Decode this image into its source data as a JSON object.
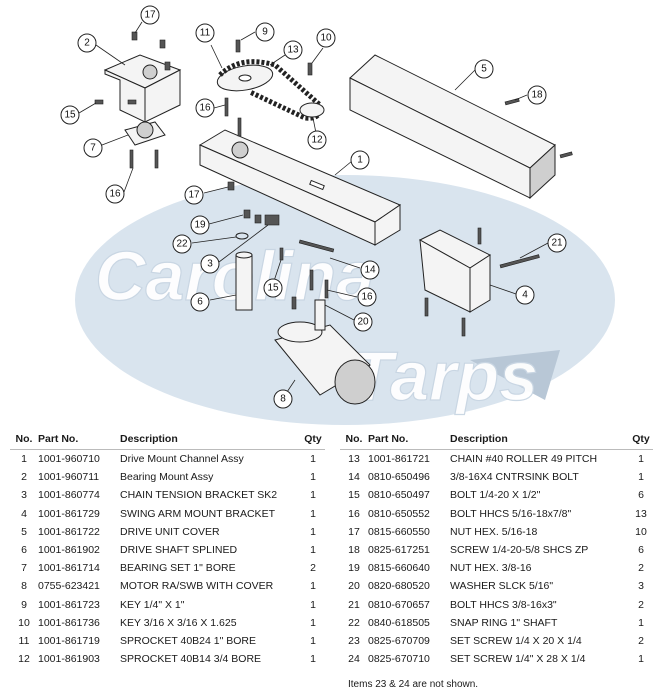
{
  "watermark": {
    "line1": "Carolina",
    "line2": "Tarps"
  },
  "callouts": [
    "17",
    "2",
    "15",
    "7",
    "16",
    "11",
    "9",
    "13",
    "10",
    "5",
    "18",
    "12",
    "1",
    "17",
    "19",
    "22",
    "3",
    "6",
    "15",
    "14",
    "16",
    "20",
    "21",
    "4",
    "8",
    "16"
  ],
  "table": {
    "headers": {
      "no": "No.",
      "part": "Part No.",
      "desc": "Description",
      "qty": "Qty"
    },
    "left": [
      {
        "no": "1",
        "part": "1001-960710",
        "desc": "Drive Mount Channel Assy",
        "qty": "1"
      },
      {
        "no": "2",
        "part": "1001-960711",
        "desc": "Bearing Mount Assy",
        "qty": "1"
      },
      {
        "no": "3",
        "part": "1001-860774",
        "desc": "CHAIN TENSION BRACKET SK2",
        "qty": "1"
      },
      {
        "no": "4",
        "part": "1001-861729",
        "desc": "SWING ARM MOUNT BRACKET",
        "qty": "1"
      },
      {
        "no": "5",
        "part": "1001-861722",
        "desc": "DRIVE UNIT COVER",
        "qty": "1"
      },
      {
        "no": "6",
        "part": "1001-861902",
        "desc": "DRIVE SHAFT SPLINED",
        "qty": "1"
      },
      {
        "no": "7",
        "part": "1001-861714",
        "desc": "BEARING SET 1\" BORE",
        "qty": "2"
      },
      {
        "no": "8",
        "part": "0755-623421",
        "desc": "MOTOR RA/SWB WITH COVER",
        "qty": "1"
      },
      {
        "no": "9",
        "part": "1001-861723",
        "desc": "KEY 1/4\" X 1\"",
        "qty": "1"
      },
      {
        "no": "10",
        "part": "1001-861736",
        "desc": "KEY 3/16 X 3/16 X 1.625",
        "qty": "1"
      },
      {
        "no": "11",
        "part": "1001-861719",
        "desc": "SPROCKET 40B24 1\" BORE",
        "qty": "1"
      },
      {
        "no": "12",
        "part": "1001-861903",
        "desc": "SPROCKET 40B14 3/4 BORE",
        "qty": "1"
      }
    ],
    "right": [
      {
        "no": "13",
        "part": "1001-861721",
        "desc": "CHAIN #40 ROLLER 49 PITCH",
        "qty": "1"
      },
      {
        "no": "14",
        "part": "0810-650496",
        "desc": "3/8-16X4 CNTRSINK BOLT",
        "qty": "1"
      },
      {
        "no": "15",
        "part": "0810-650497",
        "desc": "BOLT 1/4-20 X 1/2\"",
        "qty": "6"
      },
      {
        "no": "16",
        "part": "0810-650552",
        "desc": "BOLT HHCS 5/16-18x7/8\"",
        "qty": "13"
      },
      {
        "no": "17",
        "part": "0815-660550",
        "desc": "NUT HEX. 5/16-18",
        "qty": "10"
      },
      {
        "no": "18",
        "part": "0825-617251",
        "desc": "SCREW 1/4-20-5/8 SHCS ZP",
        "qty": "6"
      },
      {
        "no": "19",
        "part": "0815-660640",
        "desc": "NUT HEX. 3/8-16",
        "qty": "2"
      },
      {
        "no": "20",
        "part": "0820-680520",
        "desc": "WASHER SLCK 5/16\"",
        "qty": "3"
      },
      {
        "no": "21",
        "part": "0810-670657",
        "desc": "BOLT HHCS 3/8-16x3\"",
        "qty": "2"
      },
      {
        "no": "22",
        "part": "0840-618505",
        "desc": "SNAP RING 1\" SHAFT",
        "qty": "1"
      },
      {
        "no": "23",
        "part": "0825-670709",
        "desc": "SET SCREW 1/4 X 20 X 1/4",
        "qty": "2"
      },
      {
        "no": "24",
        "part": "0825-670710",
        "desc": "SET SCREW 1/4\" X 28 X 1/4",
        "qty": "1"
      }
    ]
  },
  "footnote": "Items 23 & 24 are not shown."
}
